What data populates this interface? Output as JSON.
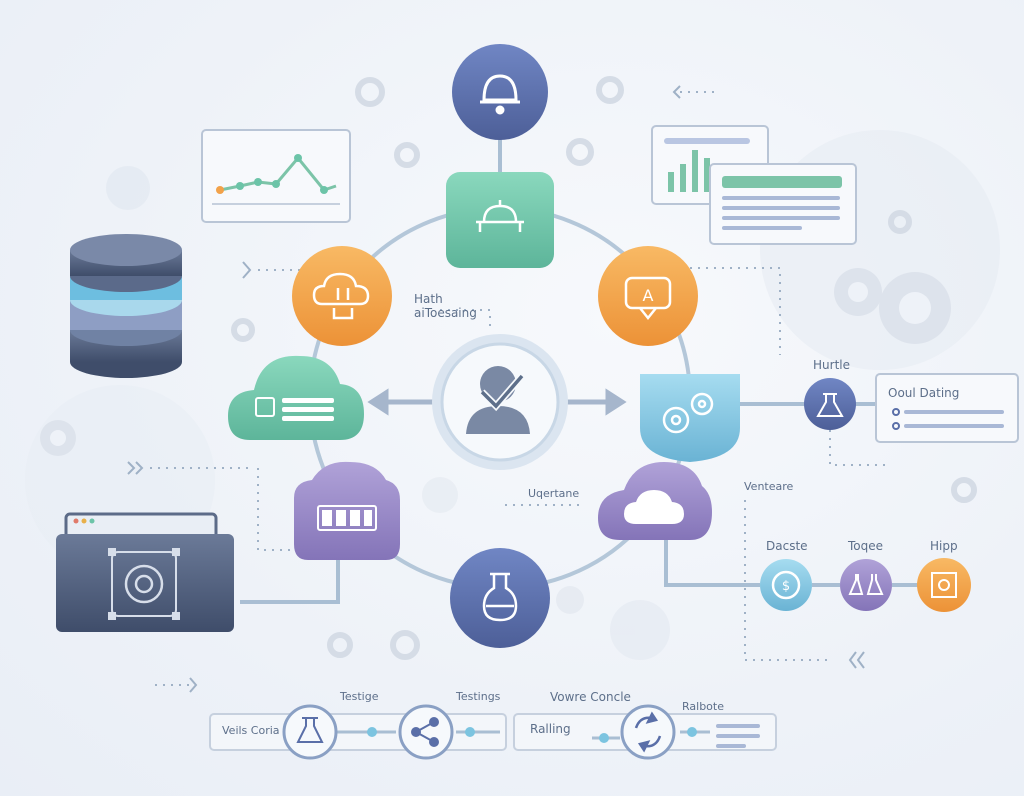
{
  "labels": {
    "health": "Hath",
    "processing": "aiToesaing",
    "update": "Uqertane",
    "hurdle": "Hurtle",
    "data_panel": "Ooul Dating",
    "ventures": "Venteare",
    "dacste": "Dacste",
    "topee": "Toqee",
    "hipp": "Hipp",
    "testige": "Testige",
    "testings": "Testings",
    "vowe_concle": "Vowre Concle",
    "ralbote": "Ralbote",
    "veils_core": "Veils Coria",
    "ralling": "Ralling"
  },
  "colors": {
    "navy": "#5a6fa8",
    "teal": "#6cc4a8",
    "orange": "#f2a24a",
    "purple": "#9a8ac8",
    "sky": "#7cc4e0",
    "slate": "#4b5a78",
    "line": "#a9bed3"
  },
  "icons": [
    "bell-icon",
    "network-icon",
    "cloud-upload-icon",
    "ai-chat-icon",
    "list-cloud-icon",
    "user-check-icon",
    "gears-icon",
    "server-rack-icon",
    "cloud-icon",
    "flask-icon",
    "database-icon",
    "browser-window-icon",
    "dollar-icon",
    "beakers-icon",
    "frame-icon",
    "share-icon",
    "refresh-icon",
    "gear-icon"
  ]
}
